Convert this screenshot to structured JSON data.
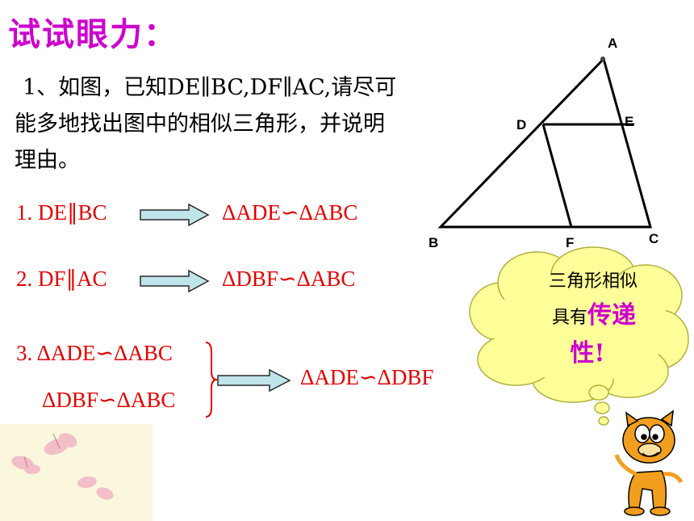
{
  "title": "试试眼力：",
  "question": {
    "line1": "1、如图，已知DE∥BC,DF∥AC,请尽可",
    "line2": "能多地找出图中的相似三角形，并说明",
    "line3": "理由。"
  },
  "figure": {
    "labels": {
      "A": "A",
      "B": "B",
      "C": "C",
      "D": "D",
      "E": "E",
      "F": "F"
    }
  },
  "steps": [
    {
      "premise": "1. DE∥BC",
      "result": "ΔADE∽ΔABC"
    },
    {
      "premise": "2. DF∥AC",
      "result": "ΔDBF∽ΔABC"
    }
  ],
  "step3": {
    "line_a": "3. ΔADE∽ΔABC",
    "line_b": "ΔDBF∽ΔABC",
    "result": "ΔADE∽ΔDBF"
  },
  "cloud": {
    "line1": "三角形相似",
    "line2_prefix": "具有",
    "line2_accent": "传递",
    "line3": "性!"
  },
  "colors": {
    "title": "#cc00cc",
    "steps": "#e00000",
    "arrow_fill": "#bfe4ea",
    "arrow_stroke": "#2a2a2a",
    "cloud_fill": "#ffff99",
    "cloud_stroke": "#b0b040"
  },
  "icons": {
    "mascot": "cartoon-cat-icon",
    "decoration": "butterfly-decoration-icon"
  }
}
